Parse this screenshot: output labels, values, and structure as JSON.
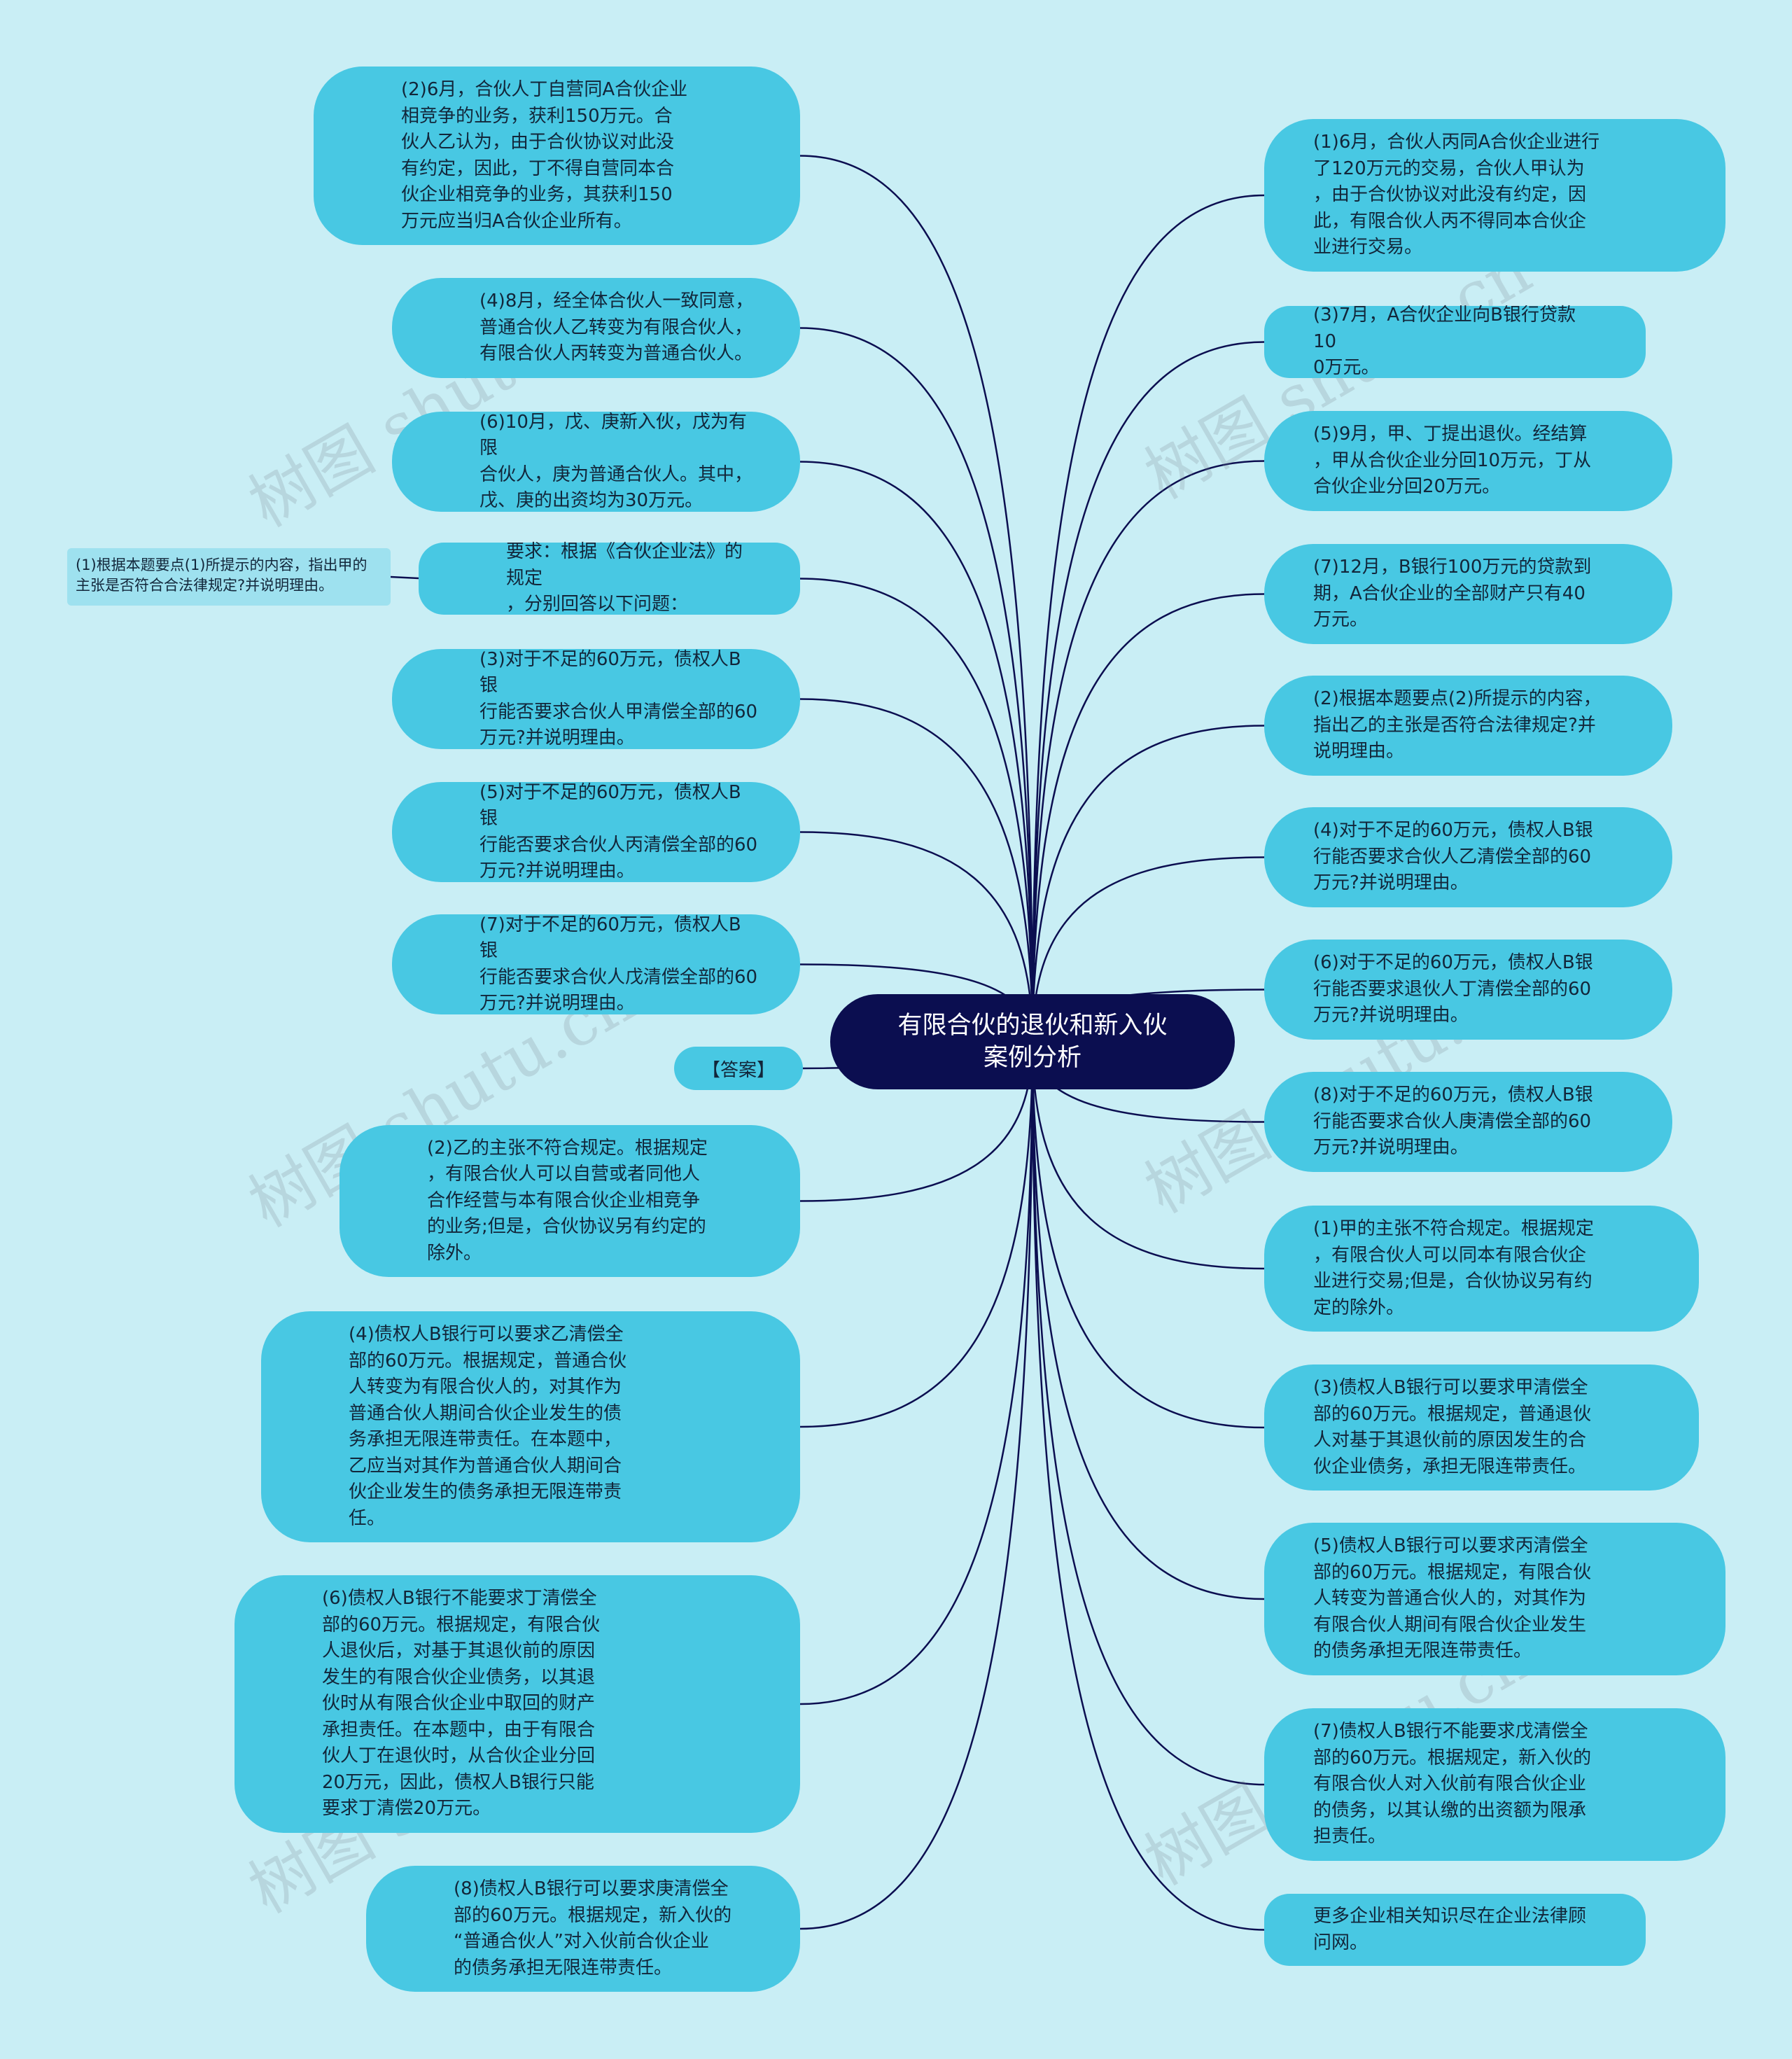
{
  "center": {
    "title": "有限合伙的退伙和新入伙\n案例分析"
  },
  "answer_label": "【答案】",
  "requirement_note": "(1)根据本题要点(1)所提示的内容，指出甲的\n主张是否符合合法律规定?并说明理由。",
  "watermark": "树图 shutu.cn",
  "left_nodes": [
    {
      "text": "(2)6月，合伙人丁自营同A合伙企业\n相竞争的业务，获利150万元。合\n伙人乙认为，由于合伙协议对此没\n有约定，因此，丁不得自营同本合\n伙企业相竞争的业务，其获利150\n万元应当归A合伙企业所有。"
    },
    {
      "text": "(4)8月，经全体合伙人一致同意，\n普通合伙人乙转变为有限合伙人，\n有限合伙人丙转变为普通合伙人。"
    },
    {
      "text": "(6)10月，戊、庚新入伙，戊为有限\n合伙人，庚为普通合伙人。其中，\n戊、庚的出资均为30万元。"
    },
    {
      "text": "要求：根据《合伙企业法》的规定\n，分别回答以下问题："
    },
    {
      "text": "(3)对于不足的60万元，债权人B银\n行能否要求合伙人甲清偿全部的60\n万元?并说明理由。"
    },
    {
      "text": "(5)对于不足的60万元，债权人B银\n行能否要求合伙人丙清偿全部的60\n万元?并说明理由。"
    },
    {
      "text": "(7)对于不足的60万元，债权人B银\n行能否要求合伙人戊清偿全部的60\n万元?并说明理由。"
    },
    {
      "text": "(2)乙的主张不符合规定。根据规定\n，有限合伙人可以自营或者同他人\n合作经营与本有限合伙企业相竞争\n的业务;但是，合伙协议另有约定的\n除外。"
    },
    {
      "text": "(4)债权人B银行可以要求乙清偿全\n部的60万元。根据规定，普通合伙\n人转变为有限合伙人的，对其作为\n普通合伙人期间合伙企业发生的债\n务承担无限连带责任。在本题中，\n乙应当对其作为普通合伙人期间合\n伙企业发生的债务承担无限连带责\n任。"
    },
    {
      "text": "(6)债权人B银行不能要求丁清偿全\n部的60万元。根据规定，有限合伙\n人退伙后，对基于其退伙前的原因\n发生的有限合伙企业债务，以其退\n伙时从有限合伙企业中取回的财产\n承担责任。在本题中，由于有限合\n伙人丁在退伙时，从合伙企业分回\n20万元，因此，债权人B银行只能\n要求丁清偿20万元。"
    },
    {
      "text": "(8)债权人B银行可以要求庚清偿全\n部的60万元。根据规定，新入伙的\n“普通合伙人”对入伙前合伙企业\n的债务承担无限连带责任。"
    }
  ],
  "right_nodes": [
    {
      "text": "(1)6月，合伙人丙同A合伙企业进行\n了120万元的交易，合伙人甲认为\n，由于合伙协议对此没有约定，因\n此，有限合伙人丙不得同本合伙企\n业进行交易。"
    },
    {
      "text": "(3)7月，A合伙企业向B银行贷款10\n0万元。"
    },
    {
      "text": "(5)9月，甲、丁提出退伙。经结算\n，甲从合伙企业分回10万元，丁从\n合伙企业分回20万元。"
    },
    {
      "text": "(7)12月，B银行100万元的贷款到\n期，A合伙企业的全部财产只有40\n万元。"
    },
    {
      "text": "(2)根据本题要点(2)所提示的内容，\n指出乙的主张是否符合法律规定?并\n说明理由。"
    },
    {
      "text": "(4)对于不足的60万元，债权人B银\n行能否要求合伙人乙清偿全部的60\n万元?并说明理由。"
    },
    {
      "text": "(6)对于不足的60万元，债权人B银\n行能否要求退伙人丁清偿全部的60\n万元?并说明理由。"
    },
    {
      "text": "(8)对于不足的60万元，债权人B银\n行能否要求合伙人庚清偿全部的60\n万元?并说明理由。"
    },
    {
      "text": "(1)甲的主张不符合规定。根据规定\n，有限合伙人可以同本有限合伙企\n业进行交易;但是，合伙协议另有约\n定的除外。"
    },
    {
      "text": "(3)债权人B银行可以要求甲清偿全\n部的60万元。根据规定，普通退伙\n人对基于其退伙前的原因发生的合\n伙企业债务，承担无限连带责任。"
    },
    {
      "text": "(5)债权人B银行可以要求丙清偿全\n部的60万元。根据规定，有限合伙\n人转变为普通合伙人的，对其作为\n有限合伙人期间有限合伙企业发生\n的债务承担无限连带责任。"
    },
    {
      "text": "(7)债权人B银行不能要求戊清偿全\n部的60万元。根据规定，新入伙的\n有限合伙人对入伙前有限合伙企业\n的债务，以其认缴的出资额为限承\n担责任。"
    },
    {
      "text": "更多企业相关知识尽在企业法律顾\n问网。"
    }
  ]
}
